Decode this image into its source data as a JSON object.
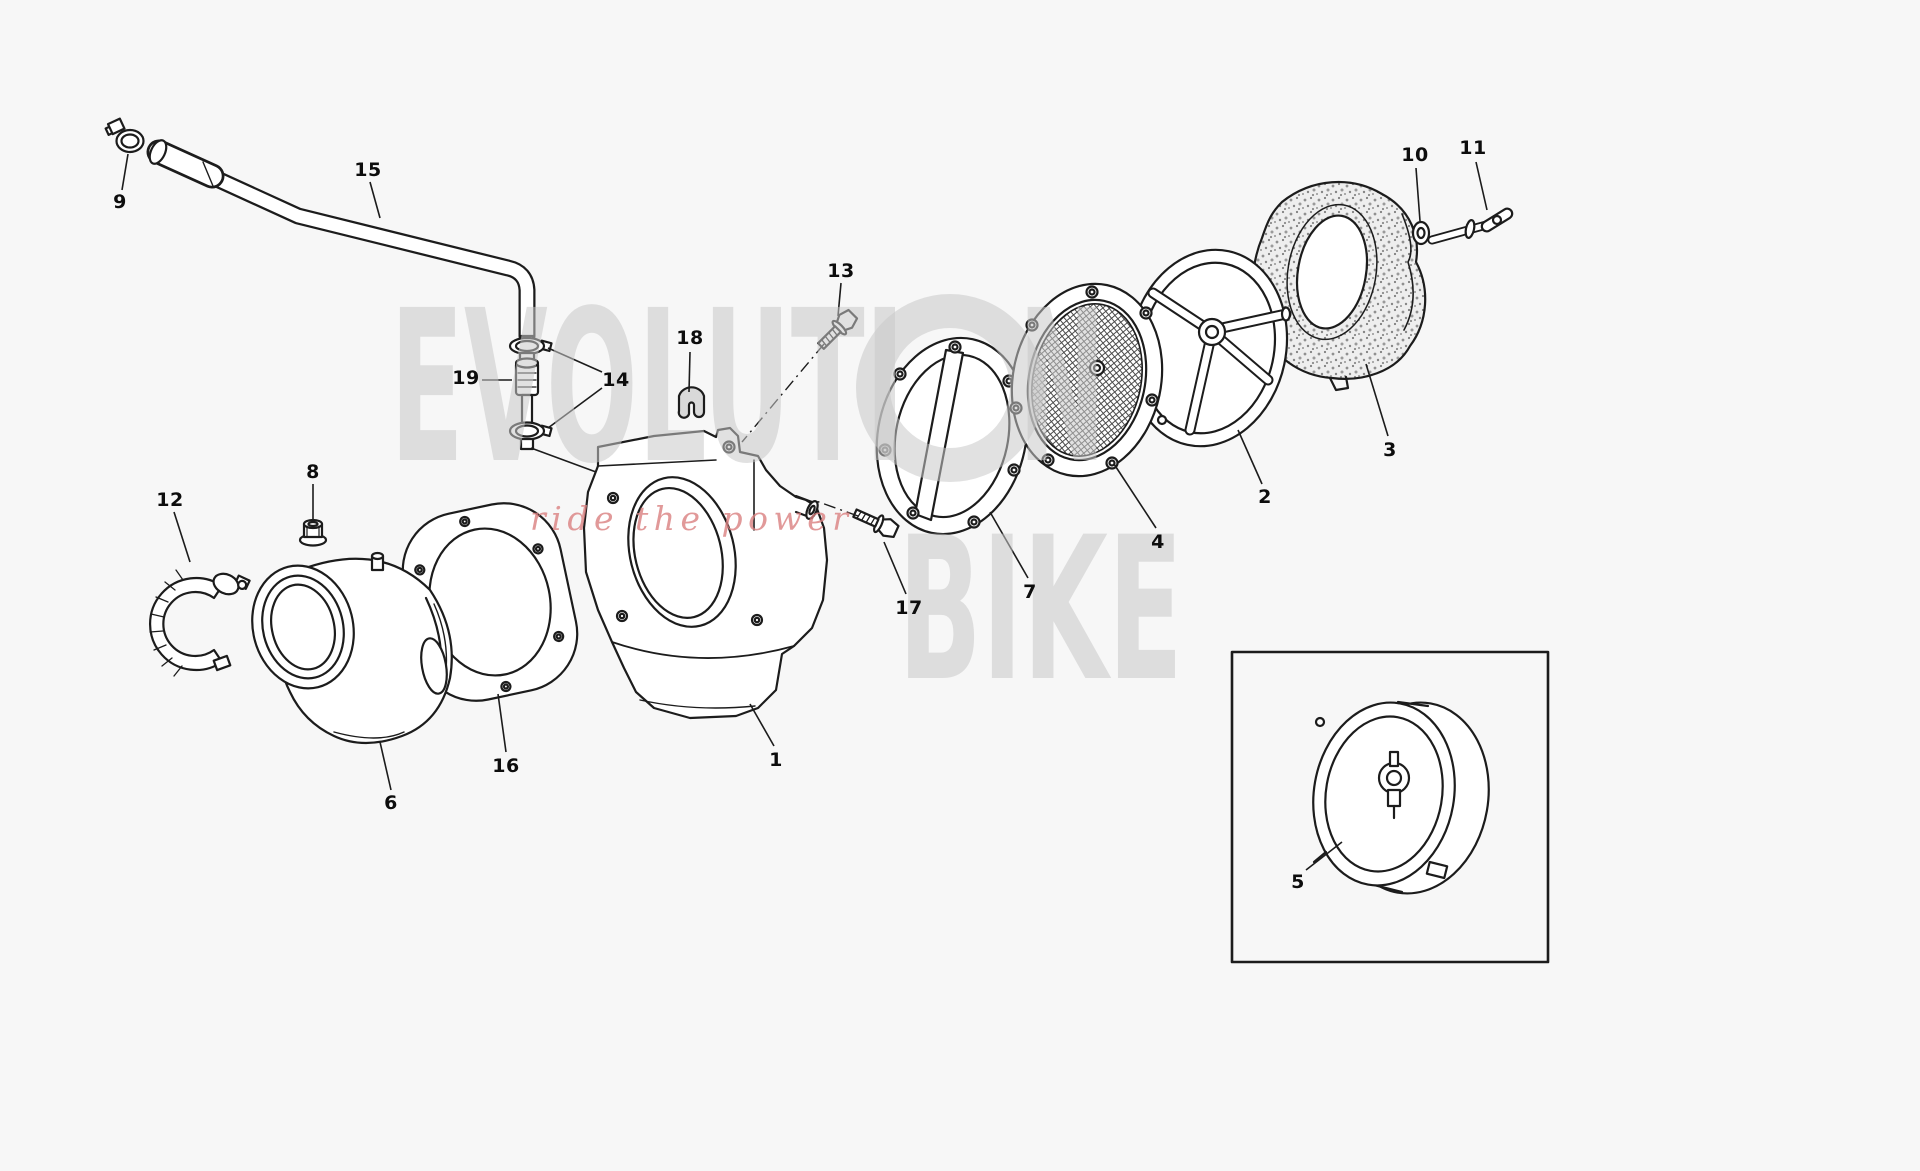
{
  "watermark": {
    "line1_left": "EVOLUTI",
    "line1_right": "N",
    "line2": "BIKE",
    "tagline": "ride the power",
    "color": "#c9c9c9",
    "tagline_color": "#d97f7f"
  },
  "callouts": {
    "c1": "1",
    "c2": "2",
    "c3": "3",
    "c4": "4",
    "c5": "5",
    "c6": "6",
    "c7": "7",
    "c8": "8",
    "c9": "9",
    "c10": "10",
    "c11": "11",
    "c12": "12",
    "c13": "13",
    "c14": "14",
    "c15": "15",
    "c16": "16",
    "c17": "17",
    "c18": "18",
    "c19": "19"
  }
}
